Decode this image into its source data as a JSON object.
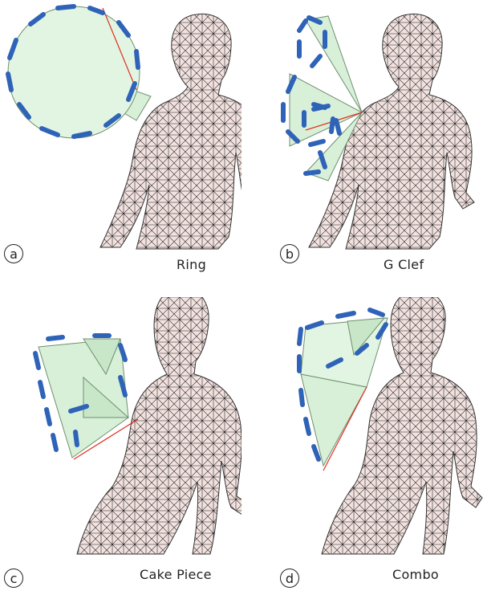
{
  "figure": {
    "panels": [
      {
        "label": "a",
        "caption": "Ring"
      },
      {
        "label": "b",
        "caption": "G Clef"
      },
      {
        "label": "c",
        "caption": "Cake Piece"
      },
      {
        "label": "d",
        "caption": "Combo"
      }
    ]
  },
  "colors": {
    "arrow": "#2e63b8",
    "cone_fill": "#d8f0d8",
    "cone_stroke": "#6f8f6f",
    "red_line": "#e03020",
    "mesh": "#1a1a1a",
    "skin": "#f2e2df"
  }
}
